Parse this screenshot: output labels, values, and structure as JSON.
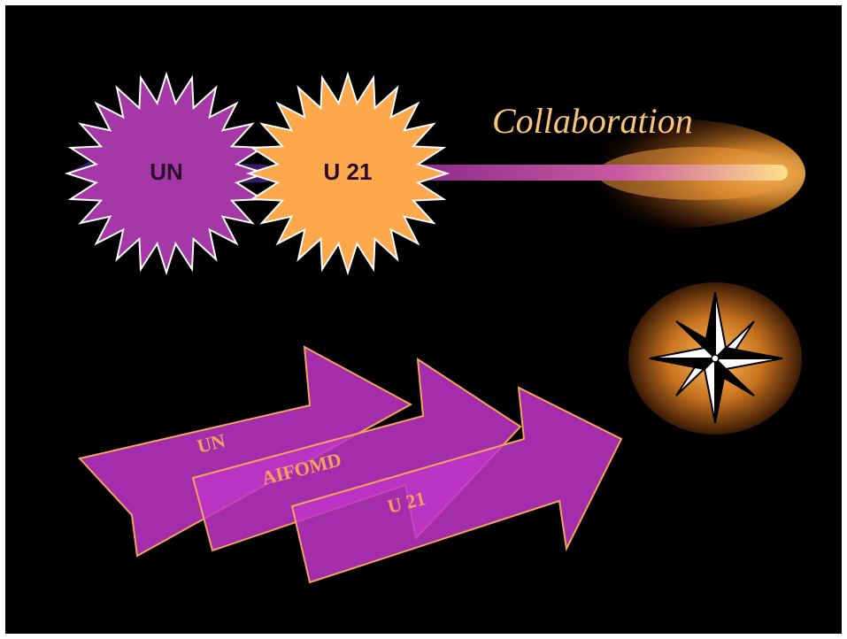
{
  "slide": {
    "title": "Collaboration",
    "bursts": [
      {
        "label": "UN",
        "fill": "#A637A6"
      },
      {
        "label": "U 21",
        "fill": "#FDA84B"
      }
    ],
    "arrows": [
      {
        "label": "UN"
      },
      {
        "label": "AIFOMD"
      },
      {
        "label": "U 21"
      }
    ],
    "icons": [
      "compass-rose-icon"
    ],
    "colors": {
      "background": "#000000",
      "border": "#ffffff",
      "purple": "#A637A6",
      "orange": "#FDA84B",
      "arrow_fill": "#C035C8",
      "arrow_stroke": "#F6A35A",
      "title": "#F9C37A",
      "label_dark": "#2A0A2A"
    }
  }
}
